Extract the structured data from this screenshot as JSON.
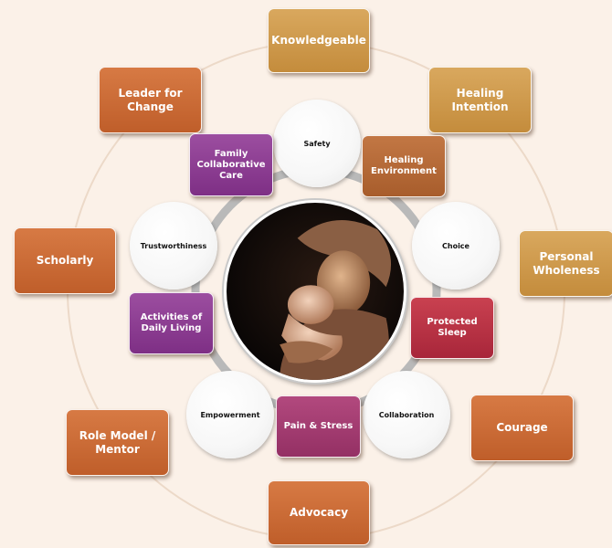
{
  "outer": {
    "knowledgeable": "Knowledgeable",
    "healing_intention": "Healing\nIntention",
    "personal_wholeness": "Personal\nWholeness",
    "courage": "Courage",
    "advocacy": "Advocacy",
    "role_model": "Role Model /\nMentor",
    "scholarly": "Scholarly",
    "leader_for_change": "Leader for\nChange"
  },
  "inner_circles": {
    "safety": "Safety",
    "choice": "Choice",
    "collaboration": "Collaboration",
    "empowerment": "Empowerment",
    "trustworthiness": "Trustworthiness"
  },
  "inner_boxes": {
    "family_care": "Family\nCollaborative\nCare",
    "healing_environment": "Healing\nEnvironment",
    "protected_sleep": "Protected\nSleep",
    "pain_stress": "Pain & Stress",
    "activities": "Activities of\nDaily Living"
  },
  "colors": {
    "background": "#fbf1e8",
    "gold": "#d1a050",
    "orange": "#cc6c36",
    "purple": "#8c3e93",
    "red": "#b83244",
    "magenta": "#a33d71"
  },
  "center_image": "mother-holding-newborn-photo"
}
